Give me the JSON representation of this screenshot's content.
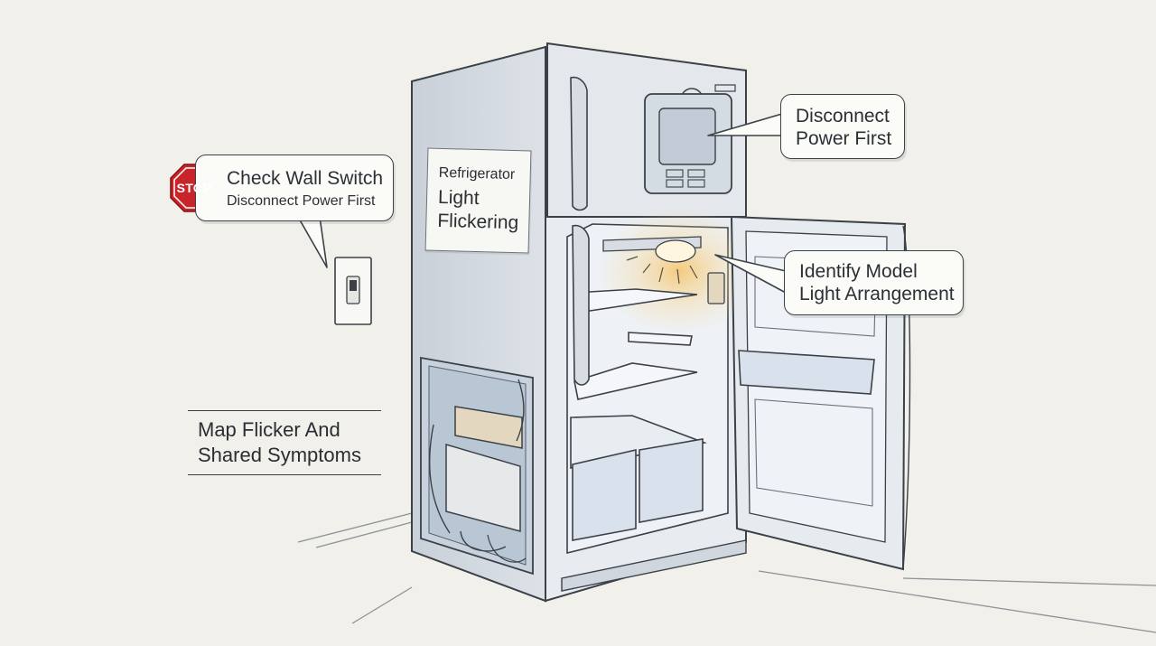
{
  "callouts": {
    "wall_switch": {
      "title": "Check Wall Switch",
      "subtitle": "Disconnect Power First"
    },
    "stop_sign": "STOP",
    "fridge_label": {
      "line1": "Refrigerator",
      "line2": "Light",
      "line3": "Flickering"
    },
    "disconnect": {
      "line1": "Disconnect",
      "line2": "Power First"
    },
    "identify": {
      "line1": "Identify Model",
      "line2": "Light Arrangement"
    },
    "symptoms": {
      "line1": "Map Flicker And",
      "line2": "Shared Symptoms"
    }
  },
  "colors": {
    "background": "#f1f0ea",
    "outline": "#3c4147",
    "fridge_body": "#dfe4ea",
    "interior": "#eef2f6",
    "light_glow": "#f5c46a",
    "stop_red": "#c8252b"
  },
  "icons": [
    "stop-sign-icon",
    "wall-switch-icon",
    "light-bulb-icon",
    "control-panel-icon"
  ]
}
